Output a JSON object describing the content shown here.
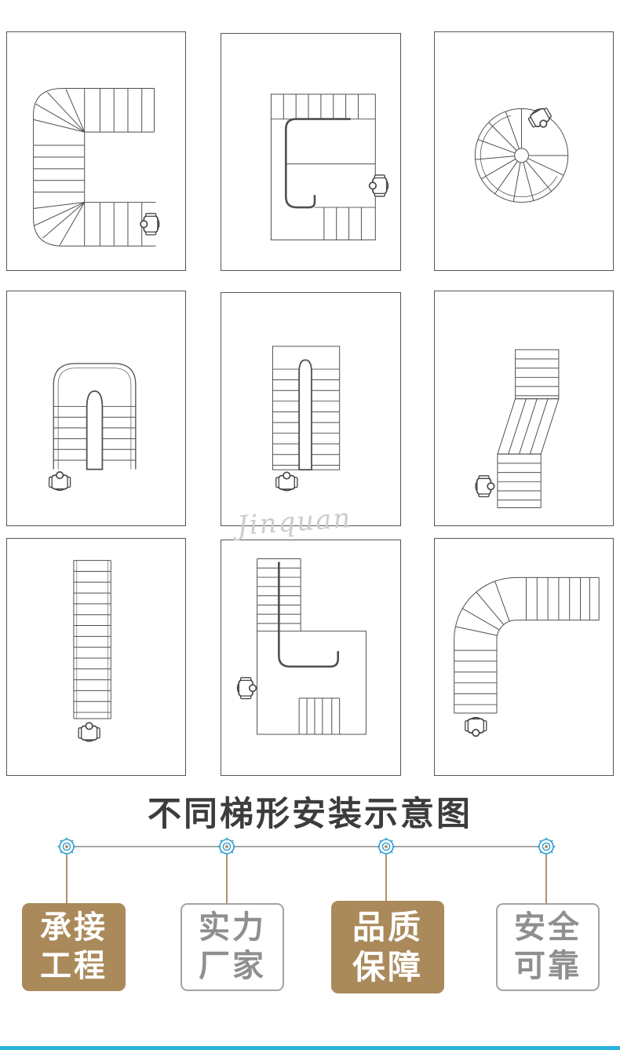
{
  "page": {
    "title": "不同梯形安装示意图",
    "watermark": "Jinquan"
  },
  "diagrams": [
    {
      "name": "u-stair-curved-corners"
    },
    {
      "name": "u-stair-square"
    },
    {
      "name": "spiral-stair"
    },
    {
      "name": "switchback-stair-rounded"
    },
    {
      "name": "switchback-stair-narrow"
    },
    {
      "name": "dogleg-stair-winders"
    },
    {
      "name": "straight-stair"
    },
    {
      "name": "l-shaped-stair"
    },
    {
      "name": "curved-quarter-turn-stair"
    }
  ],
  "timeline": {
    "node_icon": "gear-circle-icon",
    "node_count": 4
  },
  "badges": [
    {
      "line1": "承接",
      "line2": "工程",
      "variant": "filled"
    },
    {
      "line1": "实力",
      "line2": "厂家",
      "variant": "outline"
    },
    {
      "line1": "品质",
      "line2": "保障",
      "variant": "filled"
    },
    {
      "line1": "安全",
      "line2": "可靠",
      "variant": "outline"
    }
  ],
  "colors": {
    "gold": "#aa8a5b",
    "outline_gray": "#a3a3a3",
    "node_blue": "#2f9fd0",
    "connector_gold": "#b3926a",
    "title_text": "#3c3c3c",
    "bottom_bar": "#2bb3d9"
  }
}
